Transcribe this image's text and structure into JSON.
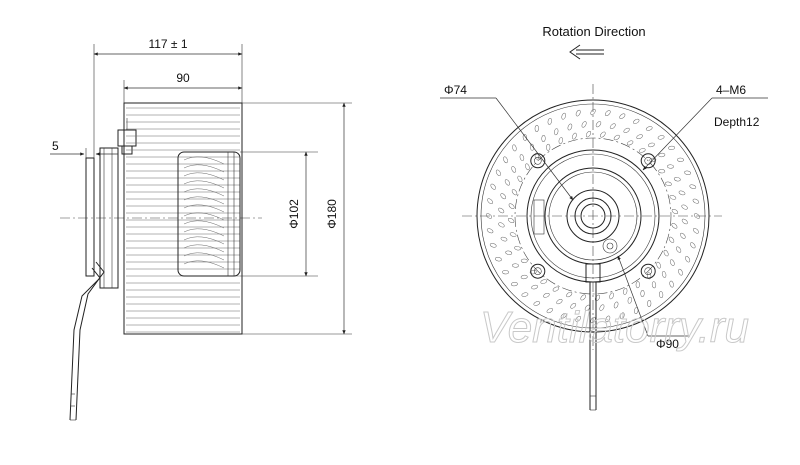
{
  "side_view": {
    "total_length": "117 ± 1",
    "impeller_width": "90",
    "flange_thickness": "5",
    "motor_diameter": "Φ102",
    "impeller_diameter": "Φ180"
  },
  "front_view": {
    "rotation_label": "Rotation  Direction",
    "rotation_arrow": "double-arrow-left",
    "bolt_circle": "Φ74",
    "thread": "4–M6",
    "thread_depth": "Depth12",
    "hub_diameter": "Φ90"
  },
  "watermark": "Ventilatorry.ru"
}
